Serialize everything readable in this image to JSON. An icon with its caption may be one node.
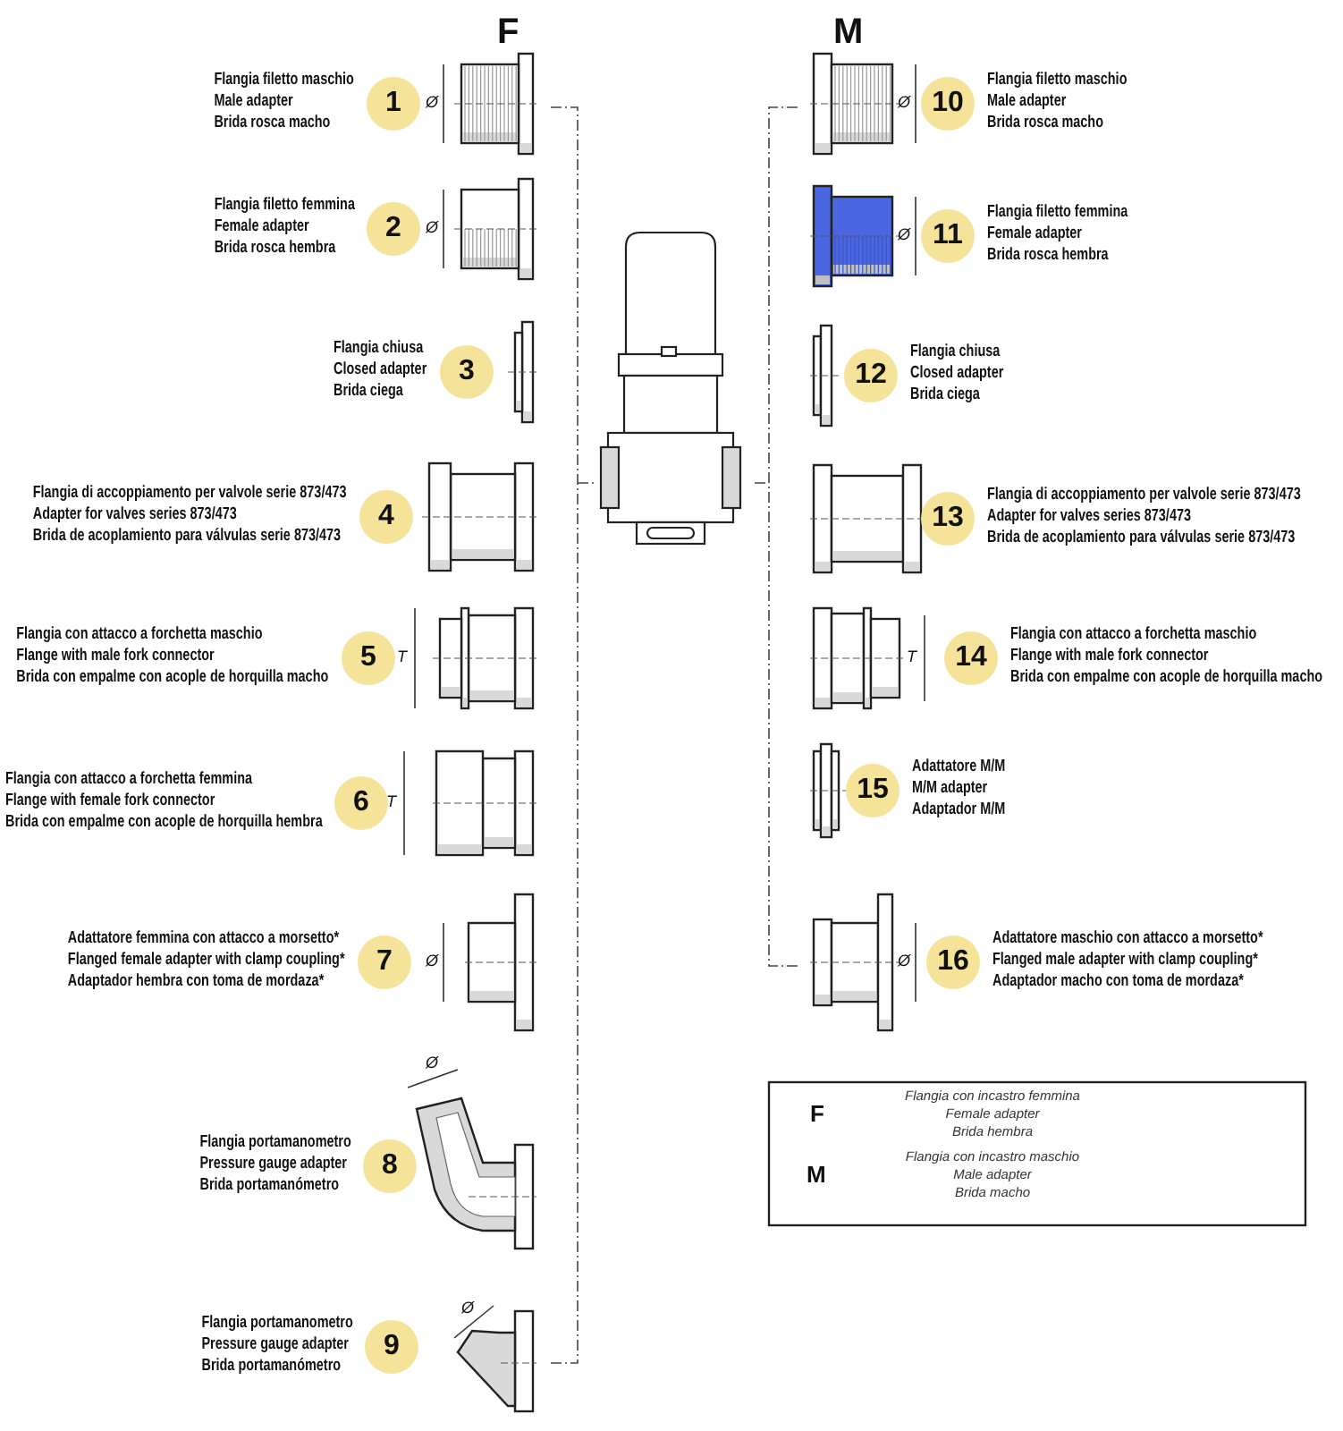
{
  "diagram": {
    "nodes": [
      {
        "text": [
          "1"
        ],
        "beside": [
          "Flangia filetto maschio",
          "Male adapter",
          "Brida rosca macho"
        ]
      },
      {
        "text": [
          "2"
        ],
        "beside": [
          "Flangia filetto femmina",
          "Female adapter",
          "Brida rosca hembra"
        ]
      },
      {
        "text": [
          "3"
        ],
        "beside": [
          "Flangia chiusa",
          "Closed adapter",
          "Brida ciega"
        ]
      },
      {
        "text": [
          "4"
        ],
        "beside": [
          "Flangia di accoppiamento per valvole serie 873/473",
          "Adapter for valves series 873/473",
          "Brida de acoplamiento para válvulas serie 873/473"
        ]
      },
      {
        "text": [
          "5"
        ],
        "beside": [
          "Flangia con attacco a forchetta maschio",
          "Flange with male fork connector",
          "Brida con empalme con acople de horquilla macho"
        ]
      },
      {
        "text": [
          "6"
        ],
        "beside": [
          "Flangia con attacco a forchetta femmina",
          "Flange with female fork connector",
          "Brida con empalme con acople de horquilla hembra"
        ]
      },
      {
        "text": [
          "7"
        ],
        "beside": [
          "Adattatore femmina con attacco a morsetto*",
          "Flanged female adapter with clamp coupling*",
          "Adaptador hembra con toma de mordaza*"
        ]
      },
      {
        "text": [
          "8"
        ],
        "beside": [
          "Flangia portamanometro",
          "Pressure gauge adapter",
          "Brida portamanómetro"
        ]
      },
      {
        "text": [
          "9"
        ],
        "beside": [
          "Flangia portamanometro",
          "Pressure gauge adapter",
          "Brida portamanómetro"
        ]
      },
      {
        "text": [
          "10"
        ],
        "beside": [
          "Flangia filetto maschio",
          "Male adapter",
          "Brida rosca macho"
        ]
      },
      {
        "text": [
          "11"
        ],
        "beside": [
          "Flangia filetto femmina",
          "Female adapter",
          "Brida rosca hembra"
        ]
      },
      {
        "text": [
          "12"
        ],
        "beside": [
          "Flangia chiusa",
          "Closed adapter",
          "Brida ciega"
        ]
      },
      {
        "text": [
          "13"
        ],
        "beside": [
          "Flangia di accoppiamento per valvole serie 873/473",
          "Adapter for valves series 873/473",
          "Brida de acoplamiento para válvulas serie 873/473"
        ]
      },
      {
        "text": [
          "14"
        ],
        "beside": [
          "Flangia con attacco a forchetta maschio",
          "Flange with male fork connector",
          "Brida con empalme con acople de horquilla macho"
        ]
      },
      {
        "text": [
          "15"
        ],
        "beside": [
          "Adattatore M/M",
          "M/M adapter",
          "Adaptador M/M"
        ]
      },
      {
        "text": [
          "16"
        ],
        "beside": [
          "Adattatore maschio con attacco a morsetto*",
          "Flanged male adapter with clamp coupling*",
          "Adaptador macho con toma de mordaza*"
        ]
      }
    ],
    "labels": [
      "F",
      "M",
      "Ø",
      "Ø",
      "T",
      "T",
      "Ø",
      "Ø",
      "Ø",
      "Ø",
      "Ø",
      "T",
      "Ø",
      "F",
      "Flangia con incastro femmina",
      "Female adapter",
      "Brida hembra",
      "M",
      "Flangia con incastro maschio",
      "Male adapter",
      "Brida macho"
    ]
  }
}
